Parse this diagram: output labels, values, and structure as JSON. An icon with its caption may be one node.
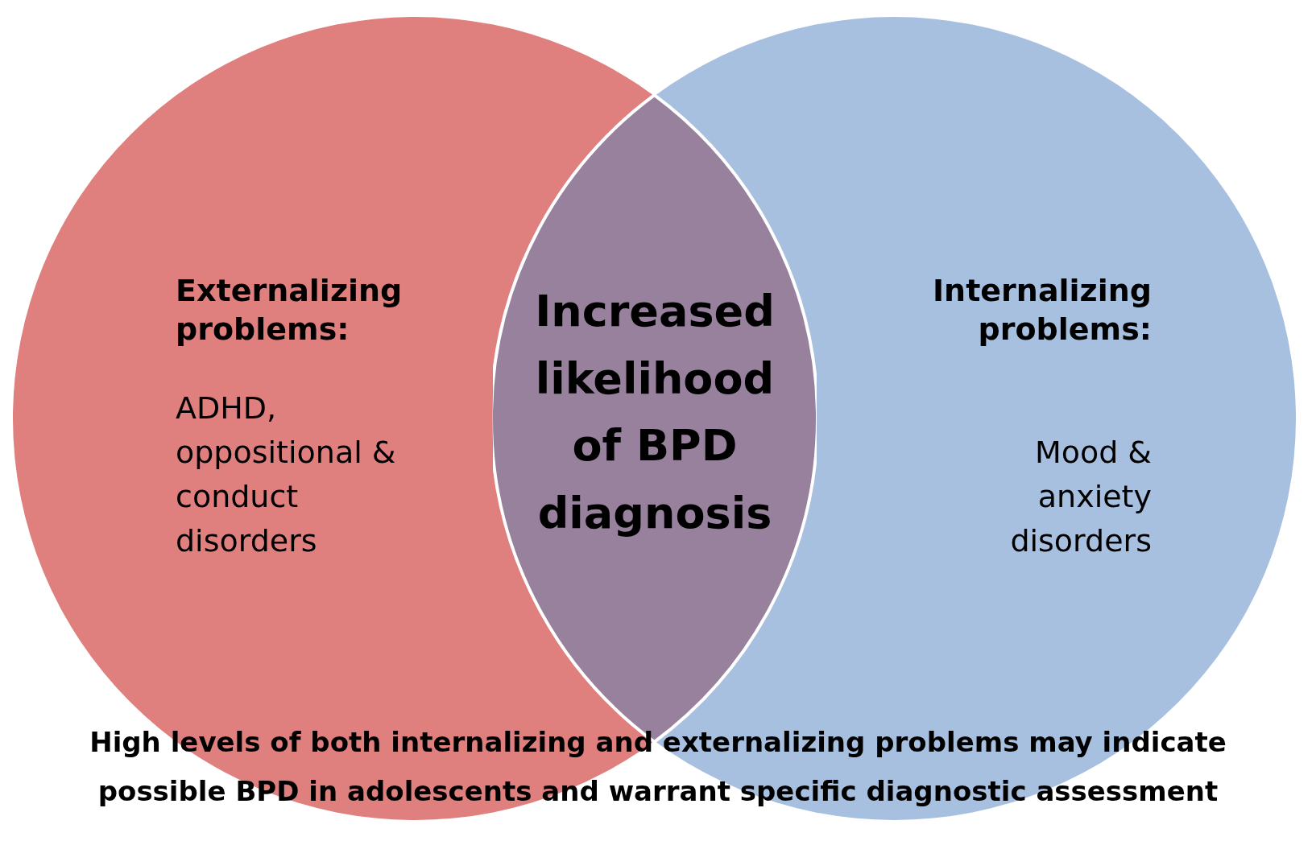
{
  "diagram": {
    "caption": "High levels of both internalizing and externalizing problems may indicate possible BPD in adolescents and warrant specific diagnostic assessment",
    "nodes": [
      {
        "text": [
          "Externalizing problems:",
          "ADHD, oppositional & conduct disorders"
        ]
      },
      {
        "text": [
          "Internalizing problems:",
          "Mood & anxiety disorders"
        ]
      },
      {
        "text": [
          "Increased likelihood of BPD diagnosis"
        ]
      }
    ]
  }
}
